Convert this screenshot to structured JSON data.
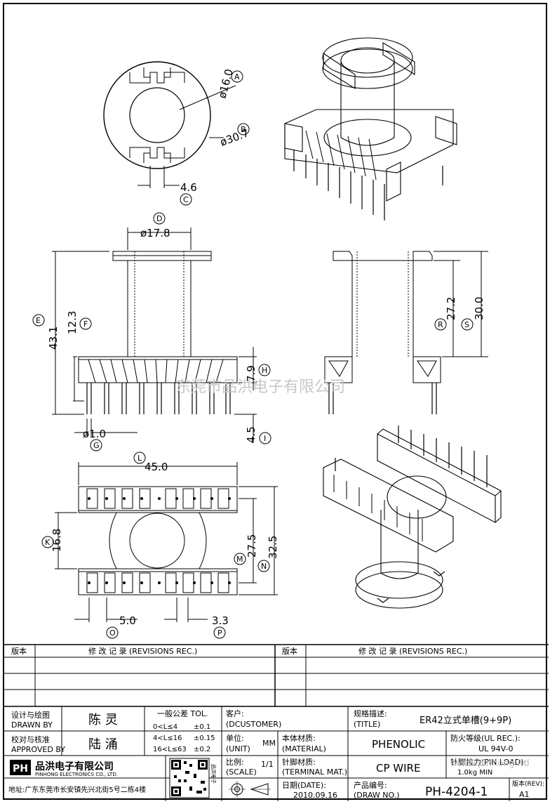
{
  "dims": {
    "A": {
      "circle": "A",
      "value": "ø16.0"
    },
    "B": {
      "circle": "B",
      "value": "ø30.7"
    },
    "C": {
      "circle": "C",
      "value": "4.6"
    },
    "D": {
      "circle": "D",
      "value": "ø17.8"
    },
    "E": {
      "circle": "E",
      "value": "43.1"
    },
    "F": {
      "circle": "F",
      "value": "12.3"
    },
    "G": {
      "circle": "G",
      "value": "ø1.0"
    },
    "H": {
      "circle": "H",
      "value": "7.9"
    },
    "I": {
      "circle": "I",
      "value": "4.5"
    },
    "R": {
      "circle": "R",
      "value": "27.2"
    },
    "S": {
      "circle": "S",
      "value": "30.0"
    },
    "L": {
      "circle": "L",
      "value": "45.0"
    },
    "K": {
      "circle": "K",
      "value": "16.8"
    },
    "M": {
      "circle": "M",
      "value": "27.5"
    },
    "N": {
      "circle": "N",
      "value": "32.5"
    },
    "O": {
      "circle": "O",
      "value": "5.0"
    },
    "P": {
      "circle": "P",
      "value": "3.3"
    }
  },
  "watermark": "东莞市品洪电子有限公司",
  "revisions": {
    "col_no": "版本",
    "col_rec": "修 改 记 录 (REVISIONS REC.)"
  },
  "title_block": {
    "designed_label_cn": "设计与绘图",
    "designed_label_en": "DRAWN BY",
    "designed_value": "陈 灵",
    "approved_label_cn": "校对与核准",
    "approved_label_en": "APPROVED BY",
    "approved_value": "陆 涌",
    "tol_title": "一般公差 TOL.",
    "tol_rows": [
      {
        "range": "0<L≤4",
        "tol": "±0.1"
      },
      {
        "range": "4<L≤16",
        "tol": "±0.15"
      },
      {
        "range": "16<L≤63",
        "tol": "±0.2"
      }
    ],
    "customer_label_cn": "客户:",
    "customer_label_en": "(DCUSTOMER)",
    "unit_label_cn": "单位:",
    "unit_label_en": "(UNIT)",
    "unit_value": "MM",
    "scale_label_cn": "比例:",
    "scale_label_en": "(SCALE)",
    "scale_value": "1/1",
    "material_label_cn": "本体材质:",
    "material_label_en": "(MATERIAL)",
    "material_value": "PHENOLIC",
    "terminal_label_cn": "针脚材质:",
    "terminal_label_en": "(TERMINAL MAT.)",
    "terminal_value": "CP WIRE",
    "date_label_cn": "日期(DATE):",
    "date_value": "2010.09.16",
    "title_label_cn": "规格描述:",
    "title_label_en": "(TITLE)",
    "title_value": "ER42立式单槽(9+9P)",
    "ul_label_cn": "防火等级(UL REC.):",
    "ul_value": "UL 94V-0",
    "pinload_label_cn": "针脚拉力(PIN LOAD):",
    "pinload_value": "1.0kg MIN",
    "drawno_label_cn": "产品编号:",
    "drawno_label_en": "(DRAW NO.)",
    "drawno_value": "PH-4204-1",
    "rev_label_cn": "版本(REV):",
    "rev_value": "A1",
    "company_cn": "品洪电子有限公司",
    "company_en": "PINHONG ELECTRONICS CO., LTD.",
    "logo_text": "PH",
    "address": "地址:广东东莞市长安镇先兴北街5号二栋4楼",
    "qr_caption": "品洪电子",
    "website": "www.pinhong.ltd"
  }
}
